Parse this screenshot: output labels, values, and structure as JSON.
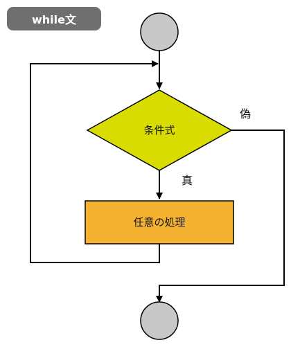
{
  "title": "while文",
  "nodes": {
    "condition": "条件式",
    "process": "任意の処理"
  },
  "edges": {
    "true_label": "真",
    "false_label": "偽"
  },
  "colors": {
    "badge": "#6f6f6f",
    "terminal": "#c8c8c8",
    "condition": "#d9dc00",
    "process": "#f5b231",
    "line": "#000000"
  }
}
